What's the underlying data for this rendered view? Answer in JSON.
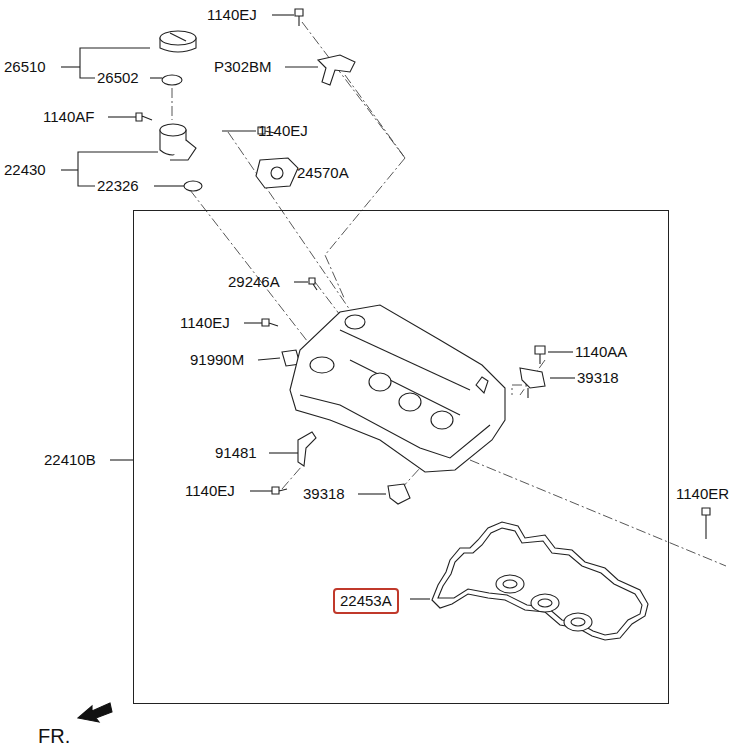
{
  "diagram": {
    "nodes": [
      {
        "text": [
          "22410B"
        ]
      },
      {
        "text": [
          "22453A"
        ],
        "in": 0
      }
    ],
    "edges": [],
    "labels": [
      "1140EJ",
      "26510",
      "26502",
      "P302BM",
      "1140AF",
      "1140EJ",
      "22430",
      "24570A",
      "22326",
      "29246A",
      "1140EJ",
      "1140AA",
      "91990M",
      "39318",
      "91481",
      "1140EJ",
      "39318",
      "1140ER",
      "FR."
    ]
  }
}
